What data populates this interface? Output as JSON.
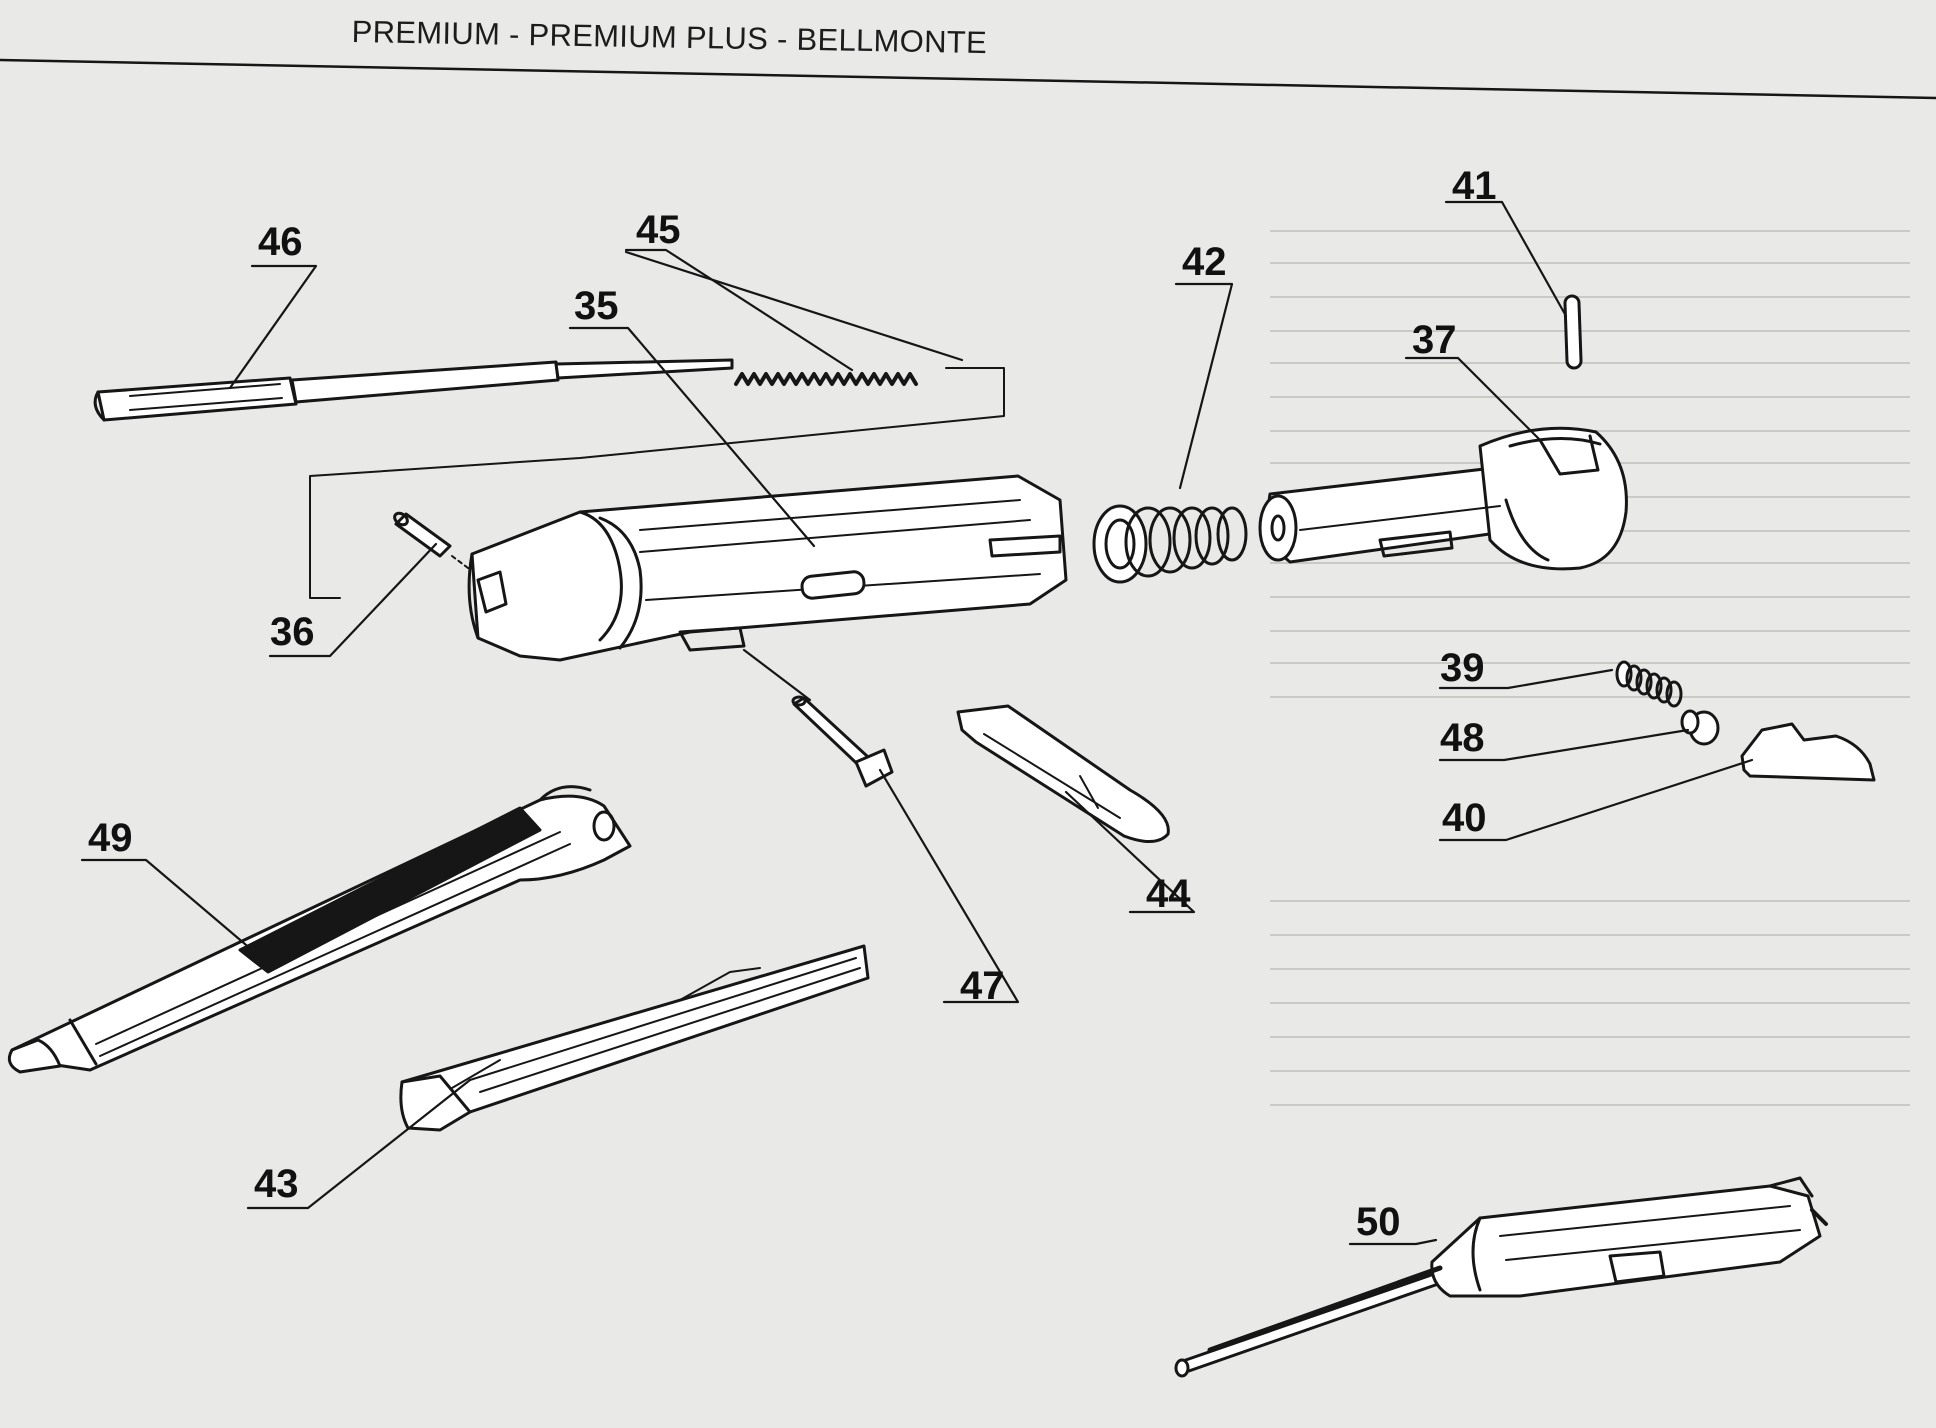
{
  "title": "PREMIUM - PREMIUM PLUS - BELLMONTE",
  "parts": [
    {
      "id": "p46",
      "number": "46"
    },
    {
      "id": "p45",
      "number": "45"
    },
    {
      "id": "p35",
      "number": "35"
    },
    {
      "id": "p42",
      "number": "42"
    },
    {
      "id": "p41",
      "number": "41"
    },
    {
      "id": "p37",
      "number": "37"
    },
    {
      "id": "p36",
      "number": "36"
    },
    {
      "id": "p39",
      "number": "39"
    },
    {
      "id": "p48",
      "number": "48"
    },
    {
      "id": "p40",
      "number": "40"
    },
    {
      "id": "p49",
      "number": "49"
    },
    {
      "id": "p44",
      "number": "44"
    },
    {
      "id": "p47",
      "number": "47"
    },
    {
      "id": "p43",
      "number": "43"
    },
    {
      "id": "p50",
      "number": "50"
    }
  ],
  "colors": {
    "ink": "#161616",
    "paper": "#e9e9e7",
    "shade": "#bdbdbb"
  }
}
